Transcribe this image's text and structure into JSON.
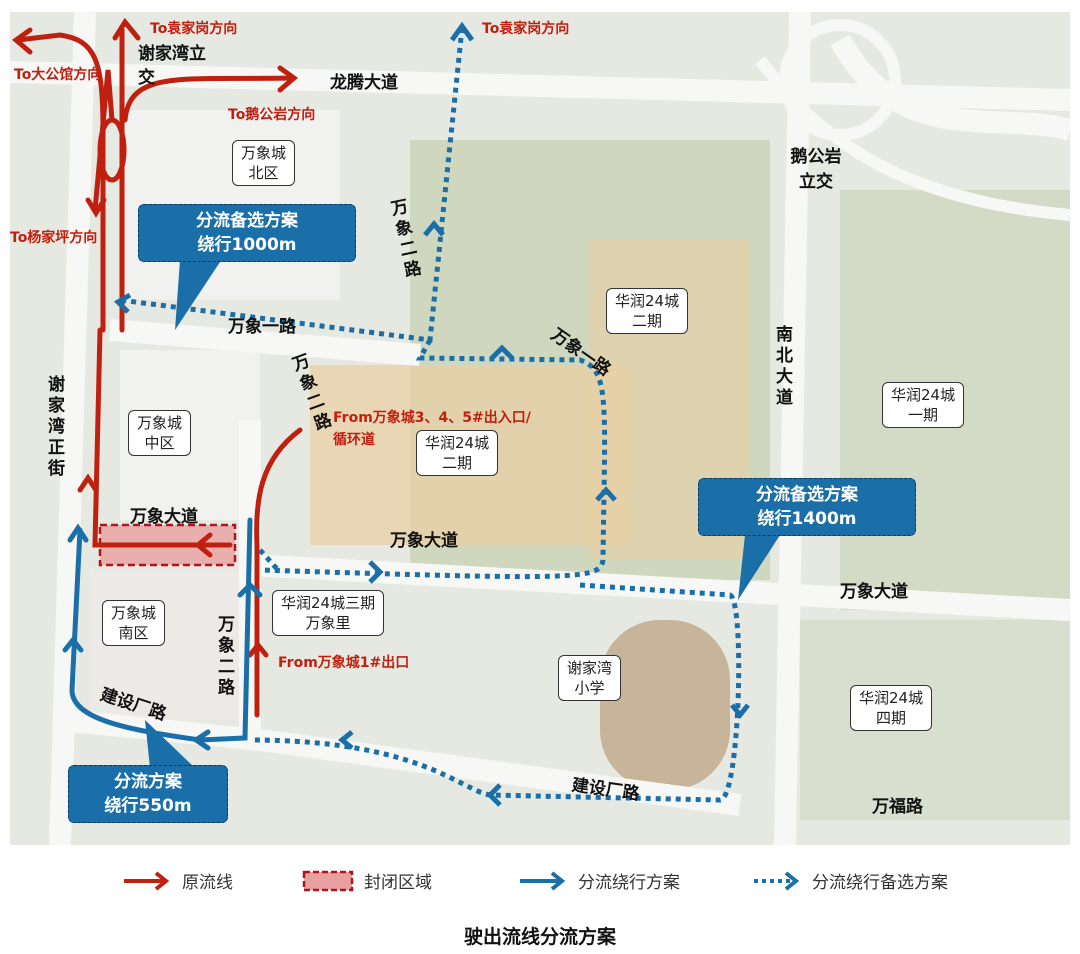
{
  "map": {
    "red_labels": [
      "To袁家岗方向",
      "To大公馆方向",
      "To鹅公岩方向",
      "To杨家坪方向",
      "From万象城3、4、5#出入口/",
      "循环道",
      "From万象城1#出口"
    ],
    "blue_labels": [
      "To袁家岗方向"
    ],
    "roads": {
      "xjw_interchange": "谢家湾立交",
      "longteng": "龙腾大道",
      "wanxiang2_n": "万象二路",
      "wanxiang1_w": "万象一路",
      "wanxiang2_c": "万象二路",
      "xjw_street": "谢家湾正街",
      "wanxiang_w": "万象大道",
      "wanxiang_c": "万象大道",
      "wanxiang1_e": "万象一路",
      "nanbei": "南北大道",
      "egongyan": "鹅公岩立交",
      "wanxiang_e": "万象大道",
      "jianshe_w": "建设厂路",
      "wanxiang2_s": "万象二路",
      "jianshe_e": "建设厂路",
      "wanfu": "万福路"
    },
    "places": [
      "万象城\n北区",
      "华润24城\n二期",
      "万象城\n中区",
      "华润24城\n二期",
      "华润24城\n一期",
      "华润24城三期\n万象里",
      "万象城\n南区",
      "谢家湾\n小学",
      "华润24城\n四期"
    ],
    "callouts": [
      {
        "l1": "分流备选方案",
        "l2": "绕行1000m"
      },
      {
        "l1": "分流备选方案",
        "l2": "绕行1400m"
      },
      {
        "l1": "分流方案",
        "l2": "绕行550m"
      }
    ],
    "colors": {
      "original": "#c0200f",
      "detour": "#1a6fa8",
      "closed": "#e8a0a0"
    }
  },
  "legend": [
    {
      "icon": "red-arrow",
      "label": "原流线"
    },
    {
      "icon": "dashed-red-box",
      "label": "封闭区域"
    },
    {
      "icon": "blue-arrow",
      "label": "分流绕行方案"
    },
    {
      "icon": "dotted-blue-arrow",
      "label": "分流绕行备选方案"
    }
  ],
  "title": "驶出流线分流方案"
}
